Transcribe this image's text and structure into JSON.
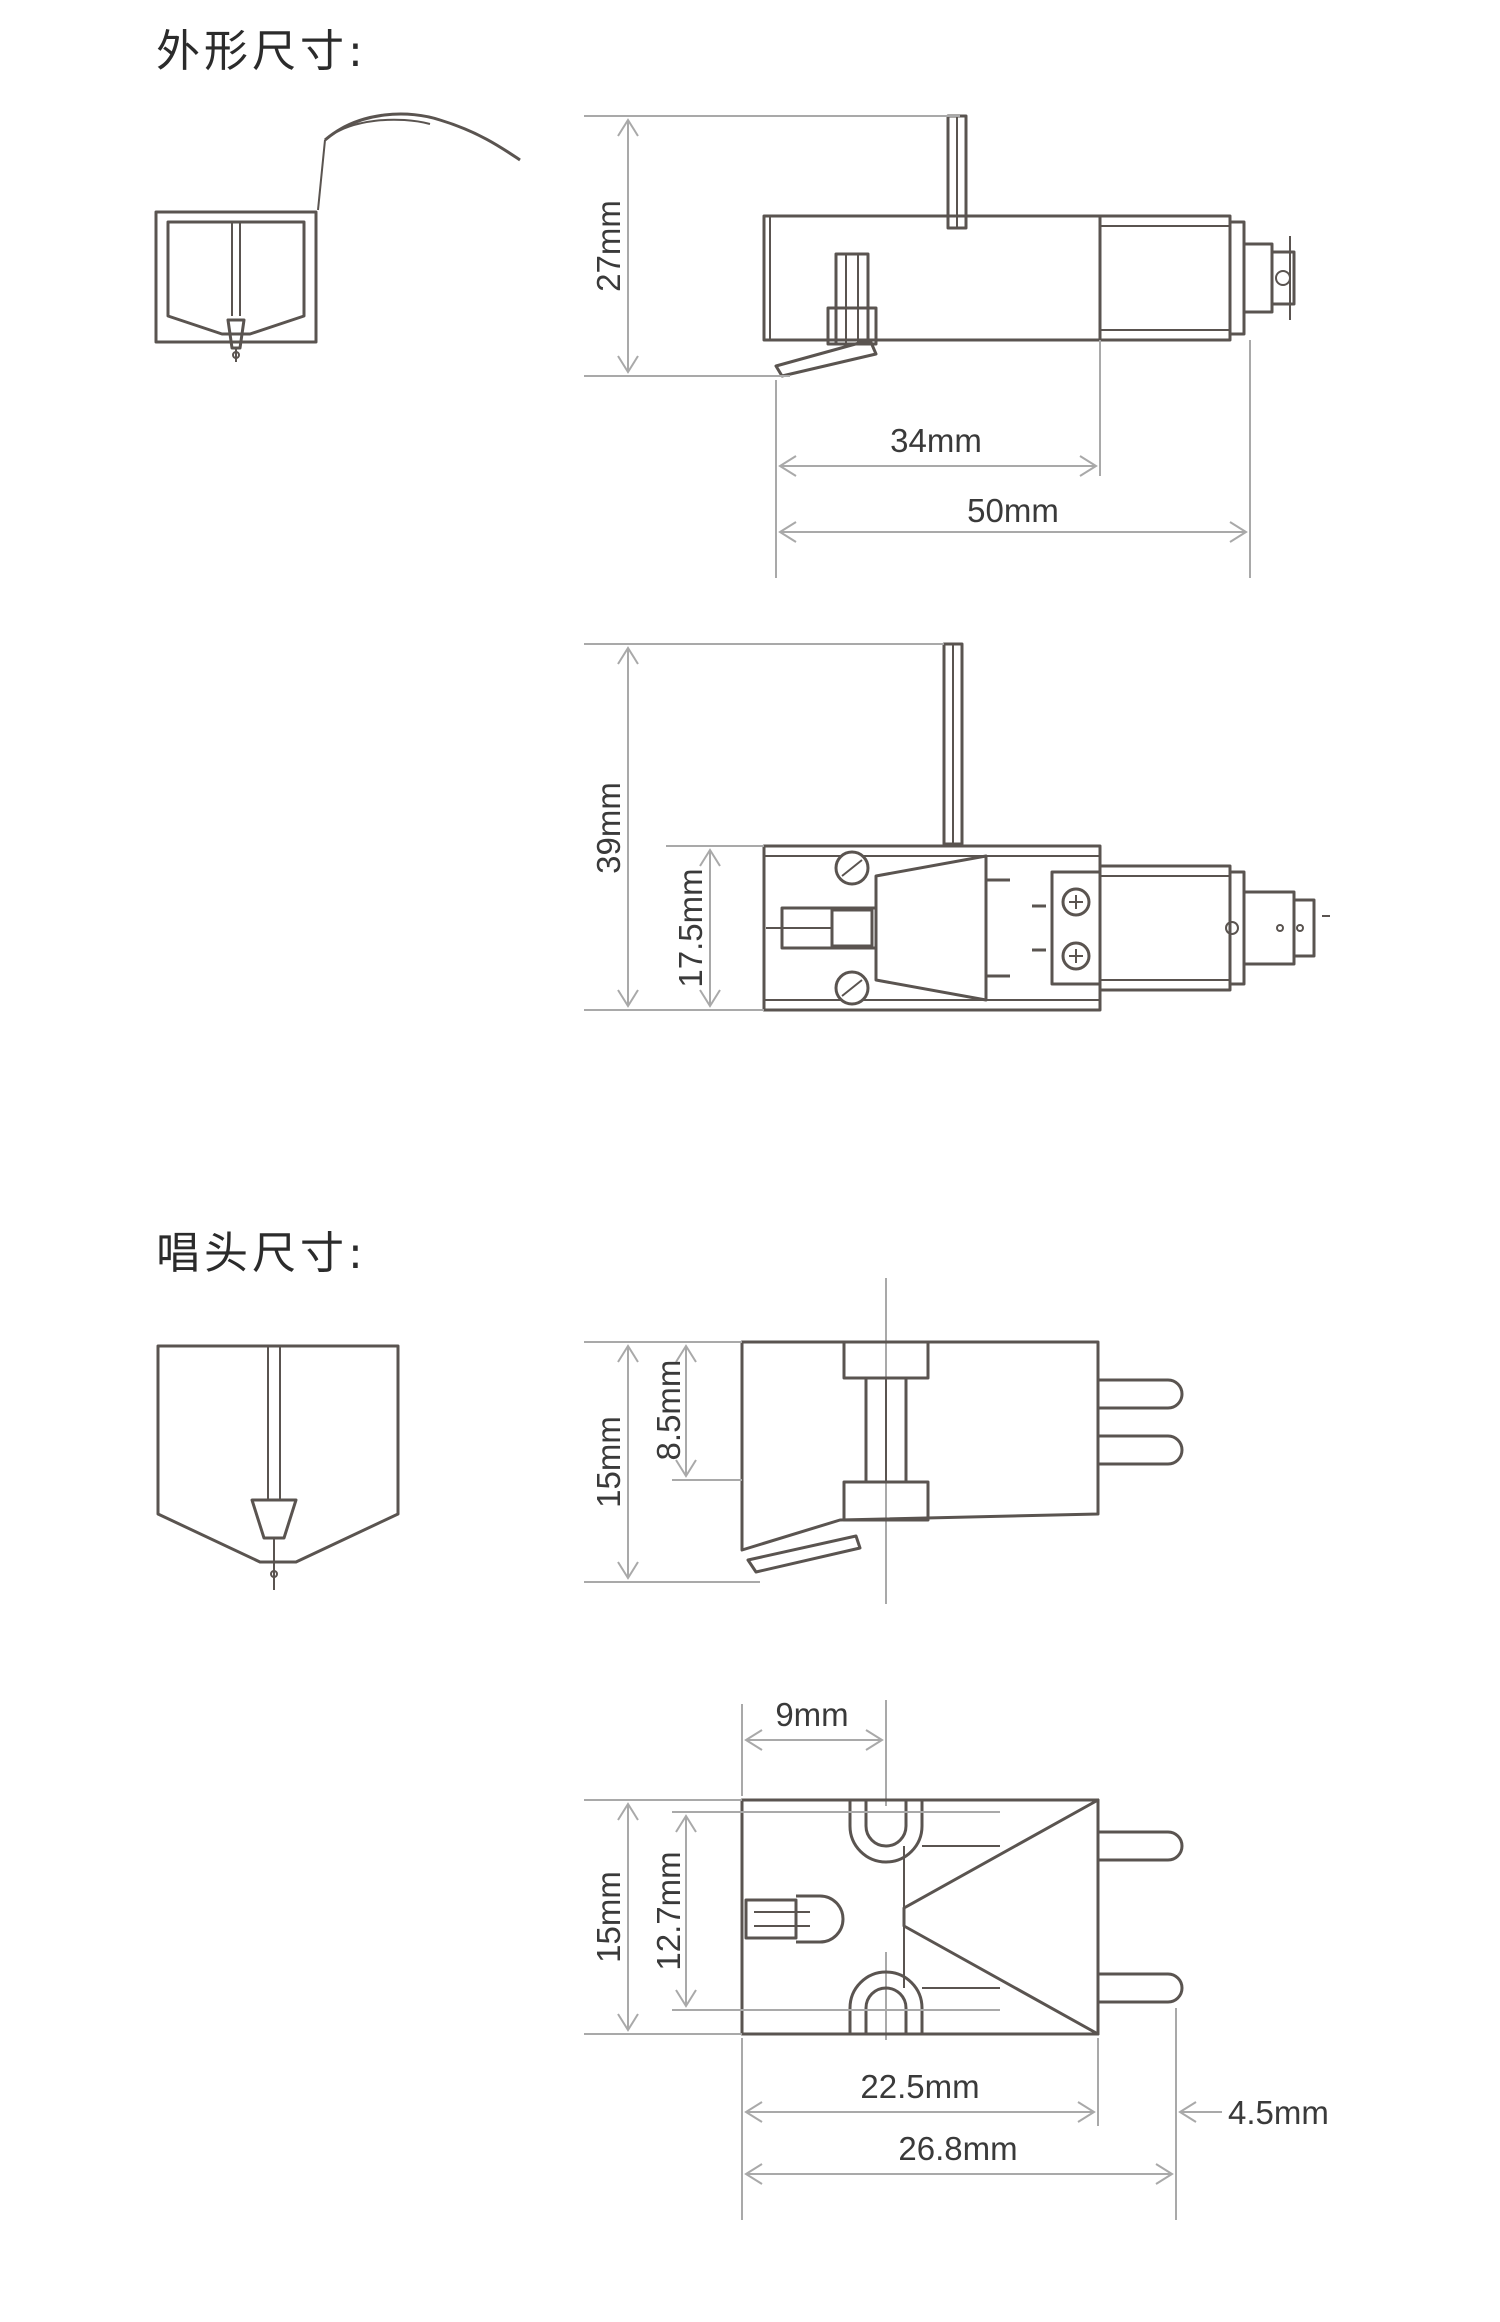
{
  "headings": {
    "outer_dimensions": "外形尺寸:",
    "cartridge_dimensions": "唱头尺寸:"
  },
  "dimensions": {
    "d27": "27mm",
    "d34": "34mm",
    "d50": "50mm",
    "d39": "39mm",
    "d17_5": "17.5mm",
    "d15_side": "15mm",
    "d8_5": "8.5mm",
    "d9": "9mm",
    "d15_top": "15mm",
    "d12_7": "12.7mm",
    "d22_5": "22.5mm",
    "d4_5": "4.5mm",
    "d26_8": "26.8mm"
  }
}
